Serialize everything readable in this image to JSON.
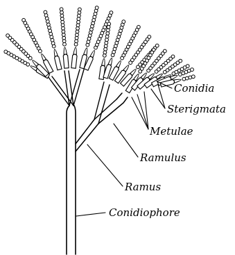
{
  "figure": {
    "labels": {
      "conidia": "Conidia",
      "sterigmata": "Sterigmata",
      "metulae": "Metulae",
      "ramulus": "Ramulus",
      "ramus": "Ramus",
      "conidiophore": "Conidiophore"
    }
  }
}
